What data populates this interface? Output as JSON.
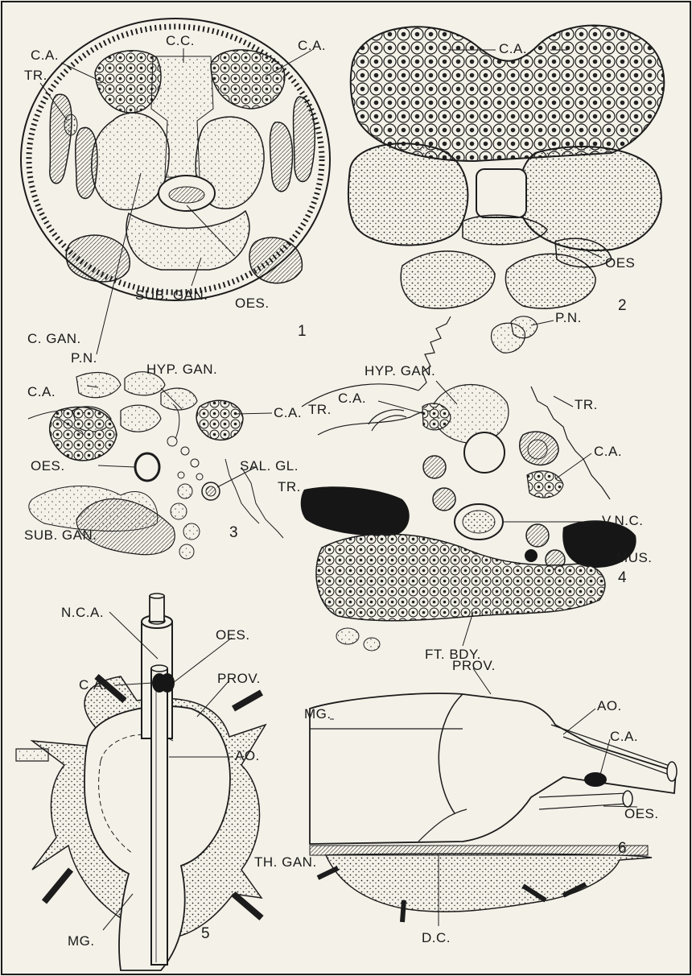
{
  "figures": {
    "fig1": {
      "number": "1",
      "labels": {
        "ca_left": "C.A.",
        "tr": "TR.",
        "cc": "C.C.",
        "ca_right": "C.A.",
        "sub_gan": "SUB. GAN.",
        "oes": "OES.",
        "c_gan": "C. GAN."
      }
    },
    "fig2": {
      "number": "2",
      "labels": {
        "ca": "C.A.",
        "oes": "OES"
      }
    },
    "fig3": {
      "number": "3",
      "labels": {
        "pn": "P.N.",
        "hyp_gan": "HYP. GAN.",
        "ca_left": "C.A.",
        "ca_right": "C.A.",
        "oes": "OES.",
        "sal_gl": "SAL. GL.",
        "tr": "TR.",
        "sub_gan": "SUB. GAN."
      }
    },
    "fig4": {
      "number": "4",
      "labels": {
        "hyp_gan": "HYP. GAN.",
        "pn": "P.N.",
        "ca_top": "C.A.",
        "tr_left": "TR.",
        "tr_right": "TR.",
        "ca_right": "C.A.",
        "vnc": "V.N.C.",
        "mus": "MUS.",
        "ft_bdy": "FT. BDY."
      }
    },
    "fig5": {
      "number": "5",
      "labels": {
        "nca": "N.C.A.",
        "oes": "OES.",
        "ca": "C.A.",
        "prov": "PROV.",
        "ao": "AO.",
        "mg": "MG."
      }
    },
    "fig6": {
      "number": "6",
      "labels": {
        "mg": "MG.",
        "prov": "PROV.",
        "ao": "AO.",
        "ca": "C.A.",
        "th_gan": "TH. GAN.",
        "oes": "OES.",
        "dc": "D.C."
      }
    }
  }
}
